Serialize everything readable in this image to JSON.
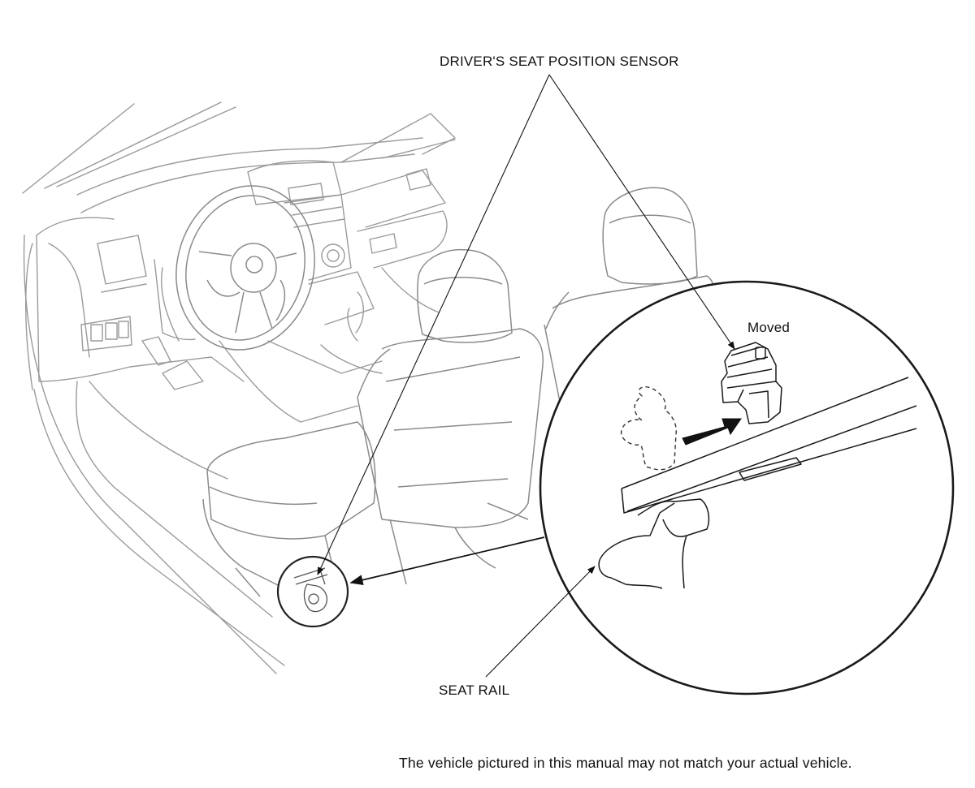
{
  "labels": {
    "sensor": "DRIVER'S SEAT POSITION SENSOR",
    "moved": "Moved",
    "seat_rail": "SEAT RAIL",
    "disclaimer": "The vehicle pictured in this manual may not match your actual vehicle."
  },
  "colors": {
    "line_art": "#8a8a8a",
    "leader": "#111111",
    "circle": "#222222"
  }
}
